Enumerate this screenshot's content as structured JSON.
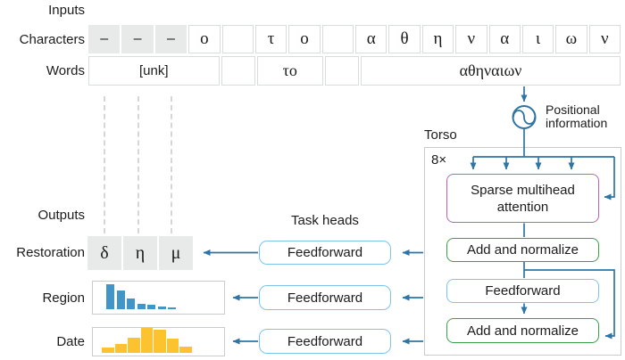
{
  "colors": {
    "arrow": "#2e74a4",
    "attention_border": "#b665ae",
    "add_normalize_border": "#3ba04a",
    "feedforward_border": "#7ec3e8",
    "torso_border": "#c8cccf",
    "masked_cell_bg": "#e8eaea",
    "cell_border": "#d9dcdc",
    "region_bar": "#4295c7",
    "date_bar": "#fcc32f"
  },
  "inputs": {
    "section_label": "Inputs",
    "characters_label": "Characters",
    "words_label": "Words",
    "characters": [
      {
        "t": "–",
        "masked": true
      },
      {
        "t": "–",
        "masked": true
      },
      {
        "t": "–",
        "masked": true
      },
      {
        "t": "ο"
      },
      {
        "t": ""
      },
      {
        "t": "τ"
      },
      {
        "t": "ο"
      },
      {
        "t": ""
      },
      {
        "t": "α"
      },
      {
        "t": "θ"
      },
      {
        "t": "η"
      },
      {
        "t": "ν"
      },
      {
        "t": "α"
      },
      {
        "t": "ι"
      },
      {
        "t": "ω"
      },
      {
        "t": "ν"
      }
    ],
    "words": [
      {
        "t": "[unk]",
        "span": 4,
        "sans": true
      },
      {
        "t": "",
        "span": 1
      },
      {
        "t": "το",
        "span": 2
      },
      {
        "t": "",
        "span": 1
      },
      {
        "t": "αθηναιων",
        "span": 8
      }
    ]
  },
  "positional": {
    "label": "Positional information",
    "icon": "sine-wave-circle"
  },
  "torso": {
    "label": "Torso",
    "repeat_label": "8×",
    "attention": "Sparse multihead attention",
    "add_norm_1": "Add and normalize",
    "feedforward": "Feedforward",
    "add_norm_2": "Add and normalize"
  },
  "task_heads": {
    "label": "Task heads",
    "heads": [
      "Feedforward",
      "Feedforward",
      "Feedforward"
    ]
  },
  "outputs": {
    "section_label": "Outputs",
    "restoration": {
      "label": "Restoration",
      "cells": [
        "δ",
        "η",
        "μ"
      ]
    },
    "region": {
      "label": "Region",
      "bars": [
        28,
        21,
        12,
        6,
        5,
        3,
        2
      ]
    },
    "date": {
      "label": "Date",
      "bars": [
        6,
        10,
        17,
        28,
        26,
        16,
        7
      ]
    }
  }
}
